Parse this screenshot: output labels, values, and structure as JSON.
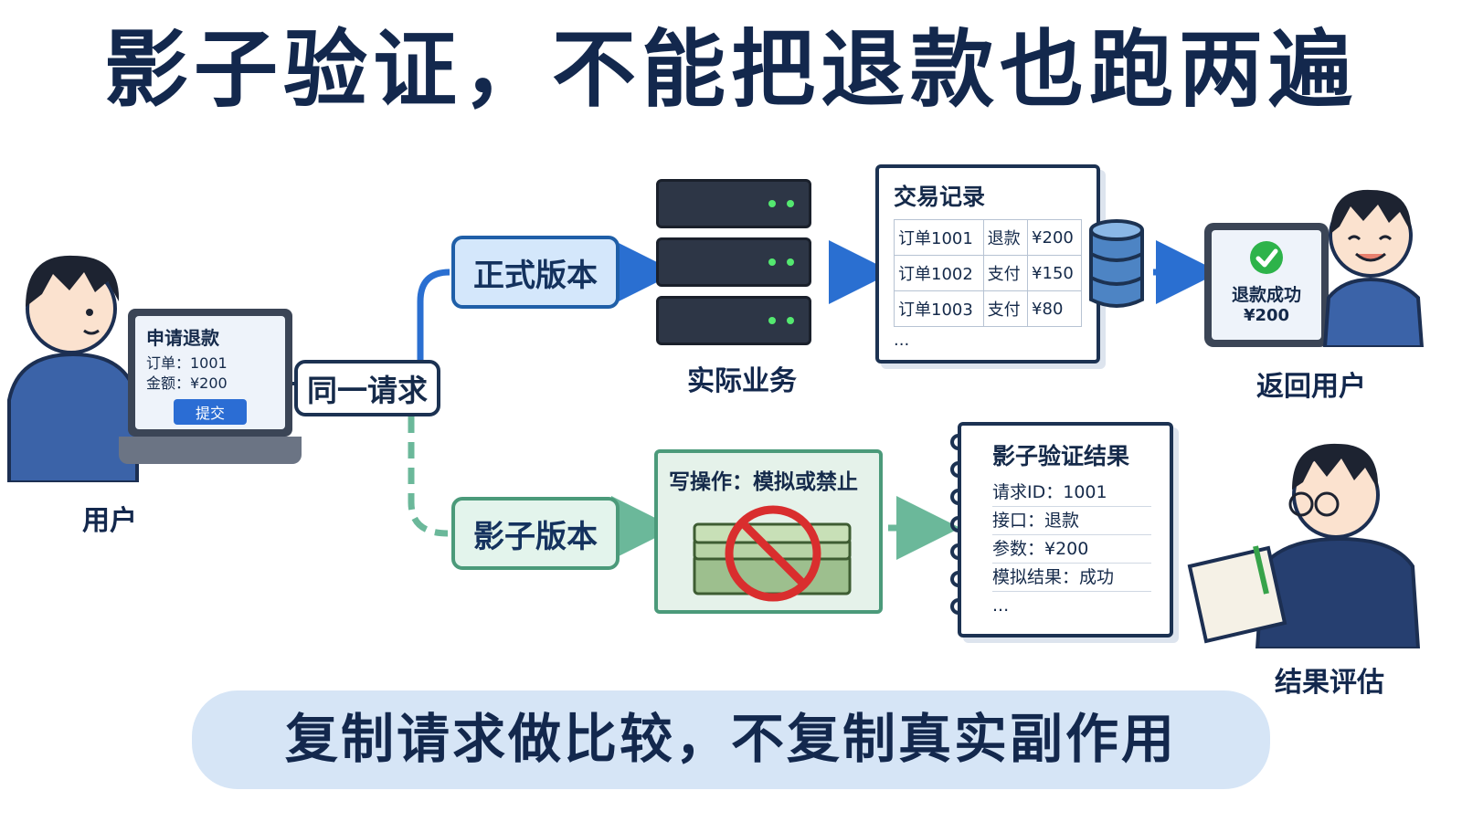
{
  "title": "影子验证，不能把退款也跑两遍",
  "user_label": "用户",
  "laptop": {
    "app_title": "申请退款",
    "order_line": "订单：1001",
    "amount_line": "金额：¥200",
    "submit": "提交"
  },
  "same_request": "同一请求",
  "prod_version": "正式版本",
  "shadow_version": "影子版本",
  "biz_label": "实际业务",
  "records": {
    "title": "交易记录",
    "rows": [
      [
        "订单1001",
        "退款",
        "¥200"
      ],
      [
        "订单1002",
        "支付",
        "¥150"
      ],
      [
        "订单1003",
        "支付",
        "¥80"
      ]
    ],
    "more": "..."
  },
  "tablet": {
    "line1": "退款成功",
    "line2": "¥200"
  },
  "return_label": "返回用户",
  "write_op": "写操作：模拟或禁止",
  "result": {
    "title": "影子验证结果",
    "lines": [
      "请求ID：1001",
      "接口：退款",
      "参数：¥200",
      "模拟结果：成功"
    ],
    "more": "..."
  },
  "eval_label": "结果评估",
  "bottom": "复制请求做比较，不复制真实副作用",
  "colors": {
    "navy": "#13284d",
    "prod_blue": "#1f5fa8",
    "shadow_green": "#4b9a7a",
    "banner": "#cfe0f4"
  },
  "icons": [
    "user-figure",
    "laptop-icon",
    "server-icon",
    "database-icon",
    "check-icon",
    "no-money-icon",
    "notebook-icon",
    "person-writing"
  ]
}
